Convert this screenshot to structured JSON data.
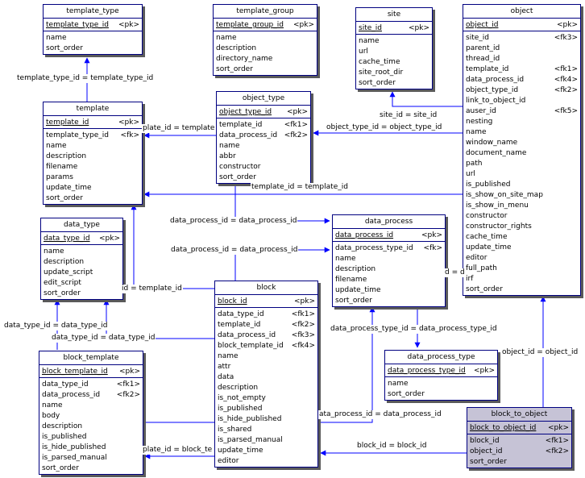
{
  "entities": [
    {
      "id": "template_type",
      "title": "template_type",
      "rows": [
        {
          "name": "template_type_id",
          "tag": "<pk>",
          "pk": true
        },
        {
          "name": "name",
          "tag": ""
        },
        {
          "name": "sort_order",
          "tag": ""
        }
      ]
    },
    {
      "id": "template_group",
      "title": "template_group",
      "rows": [
        {
          "name": "template_group_id",
          "tag": "<pk>",
          "pk": true
        },
        {
          "name": "name",
          "tag": ""
        },
        {
          "name": "description",
          "tag": ""
        },
        {
          "name": "directory_name",
          "tag": ""
        },
        {
          "name": "sort_order",
          "tag": ""
        }
      ]
    },
    {
      "id": "site",
      "title": "site",
      "rows": [
        {
          "name": "site_id",
          "tag": "<pk>",
          "pk": true
        },
        {
          "name": "name",
          "tag": ""
        },
        {
          "name": "url",
          "tag": ""
        },
        {
          "name": "cache_time",
          "tag": ""
        },
        {
          "name": "site_root_dir",
          "tag": ""
        },
        {
          "name": "sort_order",
          "tag": ""
        }
      ]
    },
    {
      "id": "object",
      "title": "object",
      "rows": [
        {
          "name": "object_id",
          "tag": "<pk>",
          "pk": true
        },
        {
          "name": "site_id",
          "tag": "<fk3>"
        },
        {
          "name": "parent_id",
          "tag": ""
        },
        {
          "name": "thread_id",
          "tag": ""
        },
        {
          "name": "template_id",
          "tag": "<fk1>"
        },
        {
          "name": "data_process_id",
          "tag": "<fk4>"
        },
        {
          "name": "object_type_id",
          "tag": "<fk2>"
        },
        {
          "name": "link_to_object_id",
          "tag": ""
        },
        {
          "name": "auser_id",
          "tag": "<fk5>"
        },
        {
          "name": "nesting",
          "tag": ""
        },
        {
          "name": "name",
          "tag": ""
        },
        {
          "name": "window_name",
          "tag": ""
        },
        {
          "name": "document_name",
          "tag": ""
        },
        {
          "name": "path",
          "tag": ""
        },
        {
          "name": "url",
          "tag": ""
        },
        {
          "name": "is_published",
          "tag": ""
        },
        {
          "name": "is_show_on_site_map",
          "tag": ""
        },
        {
          "name": "is_show_in_menu",
          "tag": ""
        },
        {
          "name": "constructor",
          "tag": ""
        },
        {
          "name": "constructor_rights",
          "tag": ""
        },
        {
          "name": "cache_time",
          "tag": ""
        },
        {
          "name": "update_time",
          "tag": ""
        },
        {
          "name": "editor",
          "tag": ""
        },
        {
          "name": "full_path",
          "tag": ""
        },
        {
          "name": "irf",
          "tag": ""
        },
        {
          "name": "sort_order",
          "tag": ""
        }
      ]
    },
    {
      "id": "template",
      "title": "template",
      "rows": [
        {
          "name": "template_id",
          "tag": "<pk>",
          "pk": true
        },
        {
          "name": "template_type_id",
          "tag": "<fk>"
        },
        {
          "name": "name",
          "tag": ""
        },
        {
          "name": "description",
          "tag": ""
        },
        {
          "name": "filename",
          "tag": ""
        },
        {
          "name": "params",
          "tag": ""
        },
        {
          "name": "update_time",
          "tag": ""
        },
        {
          "name": "sort_order",
          "tag": ""
        }
      ]
    },
    {
      "id": "object_type",
      "title": "object_type",
      "rows": [
        {
          "name": "object_type_id",
          "tag": "<pk>",
          "pk": true
        },
        {
          "name": "template_id",
          "tag": "<fk1>"
        },
        {
          "name": "data_process_id",
          "tag": "<fk2>"
        },
        {
          "name": "name",
          "tag": ""
        },
        {
          "name": "abbr",
          "tag": ""
        },
        {
          "name": "constructor",
          "tag": ""
        },
        {
          "name": "sort_order",
          "tag": ""
        }
      ]
    },
    {
      "id": "data_type",
      "title": "data_type",
      "rows": [
        {
          "name": "data_type_id",
          "tag": "<pk>",
          "pk": true
        },
        {
          "name": "name",
          "tag": ""
        },
        {
          "name": "description",
          "tag": ""
        },
        {
          "name": "update_script",
          "tag": ""
        },
        {
          "name": "edit_script",
          "tag": ""
        },
        {
          "name": "sort_order",
          "tag": ""
        }
      ]
    },
    {
      "id": "data_process",
      "title": "data_process",
      "rows": [
        {
          "name": "data_process_id",
          "tag": "<pk>",
          "pk": true
        },
        {
          "name": "data_process_type_id",
          "tag": "<fk>"
        },
        {
          "name": "name",
          "tag": ""
        },
        {
          "name": "description",
          "tag": ""
        },
        {
          "name": "filename",
          "tag": ""
        },
        {
          "name": "update_time",
          "tag": ""
        },
        {
          "name": "sort_order",
          "tag": ""
        }
      ]
    },
    {
      "id": "block",
      "title": "block",
      "rows": [
        {
          "name": "block_id",
          "tag": "<pk>",
          "pk": true
        },
        {
          "name": "data_type_id",
          "tag": "<fk1>"
        },
        {
          "name": "template_id",
          "tag": "<fk2>"
        },
        {
          "name": "data_process_id",
          "tag": "<fk3>"
        },
        {
          "name": "block_template_id",
          "tag": "<fk4>"
        },
        {
          "name": "name",
          "tag": ""
        },
        {
          "name": "attr",
          "tag": ""
        },
        {
          "name": "data",
          "tag": ""
        },
        {
          "name": "description",
          "tag": ""
        },
        {
          "name": "is_not_empty",
          "tag": ""
        },
        {
          "name": "is_published",
          "tag": ""
        },
        {
          "name": "is_hide_published",
          "tag": ""
        },
        {
          "name": "is_shared",
          "tag": ""
        },
        {
          "name": "is_parsed_manual",
          "tag": ""
        },
        {
          "name": "update_time",
          "tag": ""
        },
        {
          "name": "editor",
          "tag": ""
        }
      ]
    },
    {
      "id": "block_template",
      "title": "block_template",
      "rows": [
        {
          "name": "block_template_id",
          "tag": "<pk>",
          "pk": true
        },
        {
          "name": "data_type_id",
          "tag": "<fk1>"
        },
        {
          "name": "data_process_id",
          "tag": "<fk2>"
        },
        {
          "name": "name",
          "tag": ""
        },
        {
          "name": "body",
          "tag": ""
        },
        {
          "name": "description",
          "tag": ""
        },
        {
          "name": "is_published",
          "tag": ""
        },
        {
          "name": "is_hide_published",
          "tag": ""
        },
        {
          "name": "is_parsed_manual",
          "tag": ""
        },
        {
          "name": "sort_order",
          "tag": ""
        }
      ]
    },
    {
      "id": "data_process_type",
      "title": "data_process_type",
      "rows": [
        {
          "name": "data_process_type_id",
          "tag": "<pk>",
          "pk": true
        },
        {
          "name": "name",
          "tag": ""
        },
        {
          "name": "sort_order",
          "tag": ""
        }
      ]
    },
    {
      "id": "block_to_object",
      "title": "block_to_object",
      "selected": true,
      "rows": [
        {
          "name": "block_to_object_id",
          "tag": "<pk>",
          "pk": true
        },
        {
          "name": "block_id",
          "tag": "<fk1>"
        },
        {
          "name": "object_id",
          "tag": "<fk2>"
        },
        {
          "name": "sort_order",
          "tag": ""
        }
      ]
    }
  ],
  "relations": [
    {
      "id": "rel-template-type",
      "label": "template_type_id = template_type_id"
    },
    {
      "id": "rel-site",
      "label": "site_id = site_id"
    },
    {
      "id": "rel-object-type",
      "label": "object_type_id = object_type_id"
    },
    {
      "id": "rel-template-object",
      "label": "template_id = template_id"
    },
    {
      "id": "rel-template-objtype",
      "label": "plate_id = template"
    },
    {
      "id": "rel-dp-objtype",
      "label": "data_process_id = data_process_id"
    },
    {
      "id": "rel-dp-block",
      "label": "data_process_id = data_process_id"
    },
    {
      "id": "rel-dp-object",
      "label": "d = d"
    },
    {
      "id": "rel-template-block",
      "label": "id = template_id"
    },
    {
      "id": "rel-datatype-bt",
      "label": "data_type_id = data_type_id"
    },
    {
      "id": "rel-datatype-block",
      "label": "data_type_id = data_type_id"
    },
    {
      "id": "rel-dpt",
      "label": "data_process_type_id = data_process_type_id"
    },
    {
      "id": "rel-object-bto",
      "label": "object_id = object_id"
    },
    {
      "id": "rel-dp-bt",
      "label": "ata_process_id = data_process_id"
    },
    {
      "id": "rel-block-bto",
      "label": "block_id = block_id"
    },
    {
      "id": "rel-bt-block",
      "label": "plate_id = block_te"
    }
  ],
  "colors": {
    "line": "#0000ff",
    "border": "#000080",
    "selected_fill": "#c6c3d6",
    "shadow": "#5a5a5a"
  }
}
